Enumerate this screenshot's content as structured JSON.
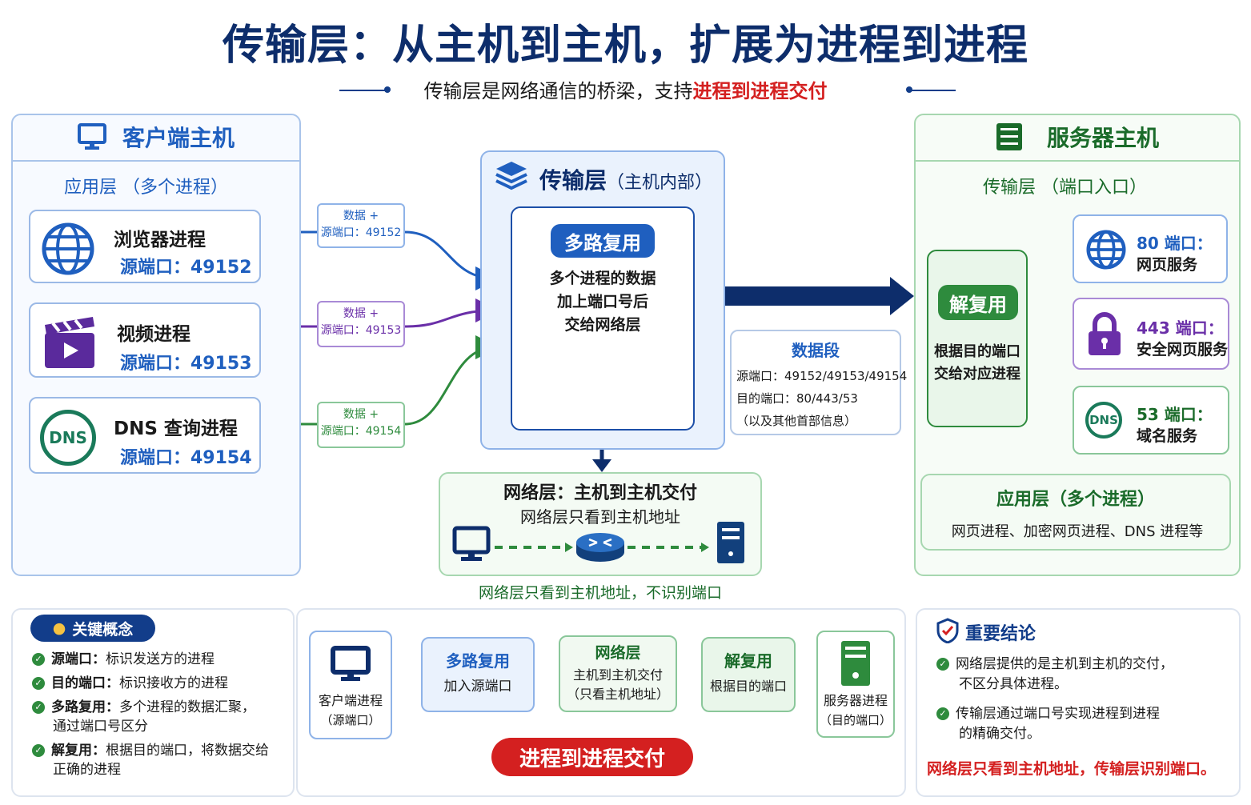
{
  "title": "传输层：从主机到主机，扩展为进程到进程",
  "subtitle": {
    "prefix": "传输层是网络通信的桥梁，支持",
    "highlight": "进程到进程交付"
  },
  "client": {
    "title": "客户端主机",
    "app_layer": "应用层 （多个进程）",
    "processes": [
      {
        "name": "浏览器进程",
        "port": "源端口：49152",
        "icon": "globe-icon",
        "tag_line1": "数据 +",
        "tag_line2": "源端口：49152",
        "color": "#1f5fbf"
      },
      {
        "name": "视频进程",
        "port": "源端口：49153",
        "icon": "video-clapper-icon",
        "tag_line1": "数据 +",
        "tag_line2": "源端口：49153",
        "color": "#6a2fa8"
      },
      {
        "name": "DNS 查询进程",
        "port": "源端口：49154",
        "icon": "dns-icon",
        "tag_line1": "数据 +",
        "tag_line2": "源端口：49154",
        "color": "#2e8b3d"
      }
    ]
  },
  "transport": {
    "title": "传输层",
    "title_note": "（主机内部）",
    "mux_label": "多路复用",
    "mux_desc": [
      "多个进程的数据",
      "加上端口号后",
      "交给网络层"
    ]
  },
  "segment": {
    "title": "数据段",
    "lines": [
      "源端口：49152/49153/49154",
      "目的端口：80/443/53",
      "（以及其他首部信息）"
    ]
  },
  "network": {
    "title": "网络层：主机到主机交付",
    "subtitle": "网络层只看到主机地址",
    "caption": "网络层只看到主机地址，不识别端口"
  },
  "server": {
    "title": "服务器主机",
    "transport_label": "传输层 （端口入口）",
    "demux_label": "解复用",
    "demux_desc": [
      "根据目的端口",
      "交给对应进程"
    ],
    "services": [
      {
        "port": "80 端口：",
        "desc": "网页服务",
        "icon": "globe-icon",
        "color": "#1f5fbf"
      },
      {
        "port": "443 端口：",
        "desc": "安全网页服务",
        "icon": "lock-icon",
        "color": "#6a2fa8"
      },
      {
        "port": "53 端口：",
        "desc": "域名服务",
        "icon": "dns-icon",
        "color": "#2e8b3d"
      }
    ],
    "app_title": "应用层（多个进程）",
    "app_desc": "网页进程、加密网页进程、DNS 进程等"
  },
  "concepts": {
    "title": "关键概念",
    "items": [
      {
        "term": "源端口：",
        "desc": "标识发送方的进程"
      },
      {
        "term": "目的端口：",
        "desc": "标识接收方的进程"
      },
      {
        "term": "多路复用：",
        "desc": "多个进程的数据汇聚，",
        "desc2": "通过端口号区分"
      },
      {
        "term": "解复用：",
        "desc": "根据目的端口，将数据交给",
        "desc2": "正确的进程"
      }
    ]
  },
  "flow": {
    "steps": [
      {
        "line1": "客户端进程",
        "line2": "（源端口）"
      },
      {
        "line1": "多路复用",
        "line2": "加入源端口"
      },
      {
        "line1": "网络层",
        "line2": "主机到主机交付",
        "line3": "（只看主机地址）"
      },
      {
        "line1": "解复用",
        "line2": "根据目的端口"
      },
      {
        "line1": "服务器进程",
        "line2": "（目的端口）"
      }
    ],
    "banner": "进程到进程交付"
  },
  "conclusion": {
    "title": "重要结论",
    "items": [
      {
        "line1": "网络层提供的是主机到主机的交付，",
        "line2": "不区分具体进程。"
      },
      {
        "line1": "传输层通过端口号实现进程到进程",
        "line2": "的精确交付。"
      }
    ],
    "highlight": "网络层只看到主机地址，传输层识别端口。"
  },
  "colors": {
    "navy": "#0d2d6b",
    "blue": "#1f5fbf",
    "purple": "#6a2fa8",
    "green": "#2e8b3d",
    "red": "#d42020"
  }
}
